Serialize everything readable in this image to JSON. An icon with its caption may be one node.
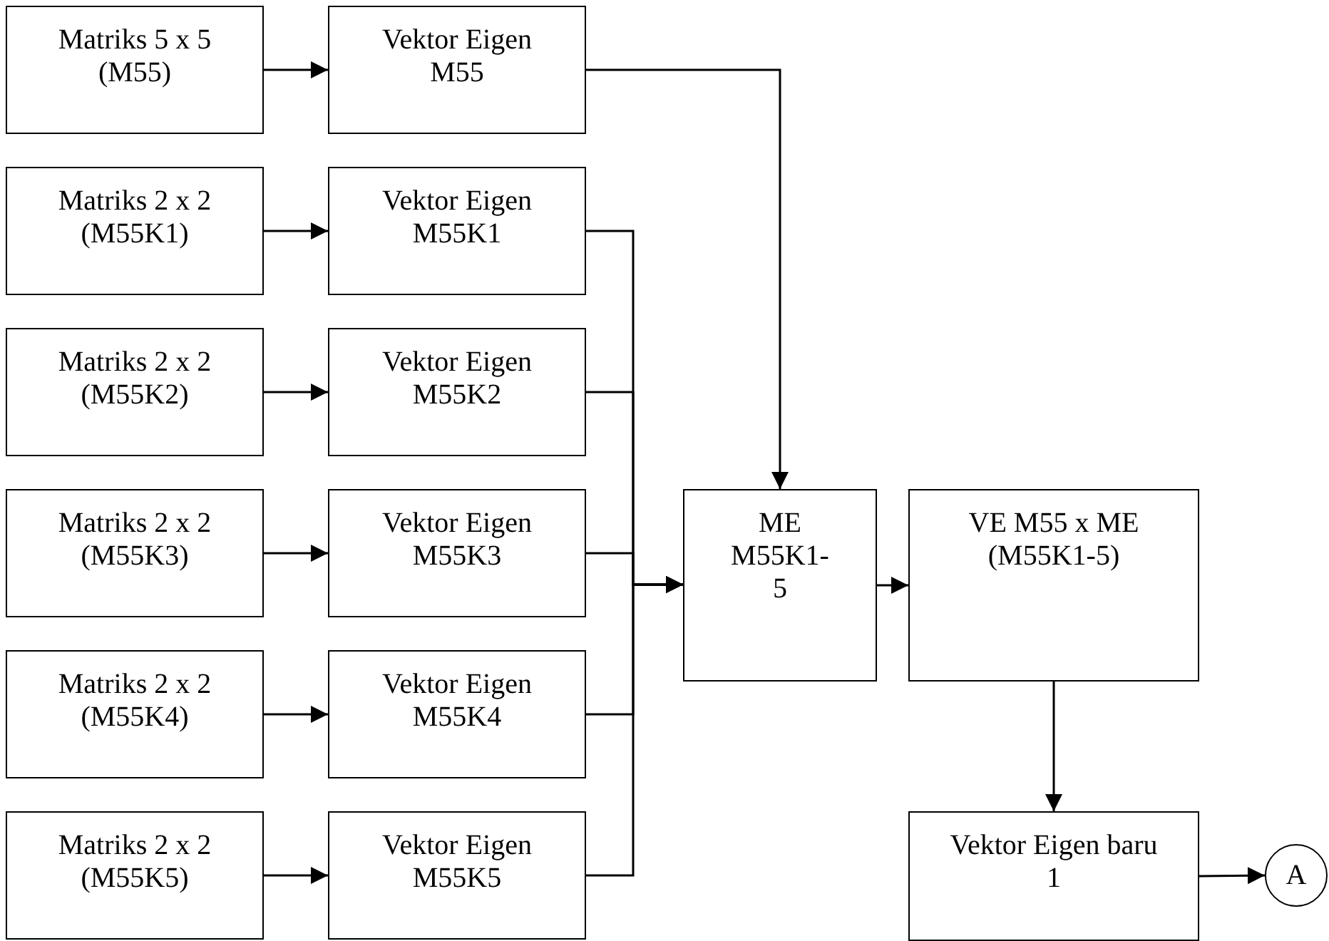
{
  "diagram": {
    "nodes": [
      {
        "text": [
          "Matriks 5 x 5 (M55)"
        ]
      },
      {
        "text": [
          "Vektor Eigen M55"
        ]
      },
      {
        "text": [
          "Matriks 2 x 2 (M55K1)"
        ]
      },
      {
        "text": [
          "Vektor Eigen M55K1"
        ]
      },
      {
        "text": [
          "Matriks 2 x 2 (M55K2)"
        ]
      },
      {
        "text": [
          "Vektor Eigen M55K2"
        ]
      },
      {
        "text": [
          "Matriks 2 x 2 (M55K3)"
        ]
      },
      {
        "text": [
          "Vektor Eigen M55K3"
        ]
      },
      {
        "text": [
          "Matriks 2 x 2 (M55K4)"
        ]
      },
      {
        "text": [
          "Vektor Eigen M55K4"
        ]
      },
      {
        "text": [
          "Matriks 2 x 2 (M55K5)"
        ]
      },
      {
        "text": [
          "Vektor Eigen M55K5"
        ]
      },
      {
        "text": [
          "ME M55K1-5"
        ]
      },
      {
        "text": [
          "VE M55 x ME (M55K1-5)"
        ]
      },
      {
        "text": [
          "Vektor Eigen baru 1"
        ]
      },
      {
        "text": [
          "A"
        ]
      }
    ],
    "edges": [
      {
        "from": 0,
        "to": 1,
        "arrow": "to"
      },
      {
        "from": 2,
        "to": 3,
        "arrow": "to"
      },
      {
        "from": 4,
        "to": 5,
        "arrow": "to"
      },
      {
        "from": 6,
        "to": 7,
        "arrow": "to"
      },
      {
        "from": 8,
        "to": 9,
        "arrow": "to"
      },
      {
        "from": 10,
        "to": 11,
        "arrow": "to"
      },
      {
        "from": 1,
        "to": 12,
        "arrow": "to"
      },
      {
        "from": 3,
        "to": 12,
        "arrow": "to"
      },
      {
        "from": 5,
        "to": 12,
        "arrow": "to"
      },
      {
        "from": 7,
        "to": 12,
        "arrow": "to"
      },
      {
        "from": 9,
        "to": 12,
        "arrow": "to"
      },
      {
        "from": 11,
        "to": 12,
        "arrow": "to"
      },
      {
        "from": 12,
        "to": 13,
        "arrow": "to"
      },
      {
        "from": 13,
        "to": 14,
        "arrow": "to"
      },
      {
        "from": 14,
        "to": 15,
        "arrow": "to"
      }
    ]
  }
}
